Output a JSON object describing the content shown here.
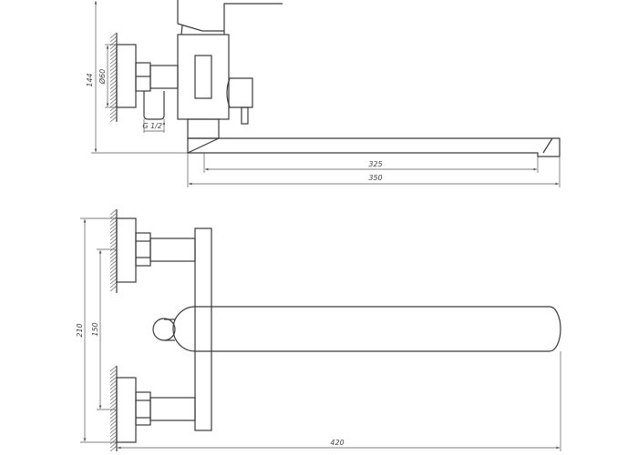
{
  "drawing": {
    "side_view": {
      "height_label": "144",
      "flange_diameter_label": "Ø60",
      "thread_label": "G 1/2\"",
      "spout_reach_label": "325",
      "overall_length_label": "350"
    },
    "top_view": {
      "overall_height_label": "210",
      "inlet_spacing_label": "150",
      "overall_length_label": "420"
    }
  }
}
